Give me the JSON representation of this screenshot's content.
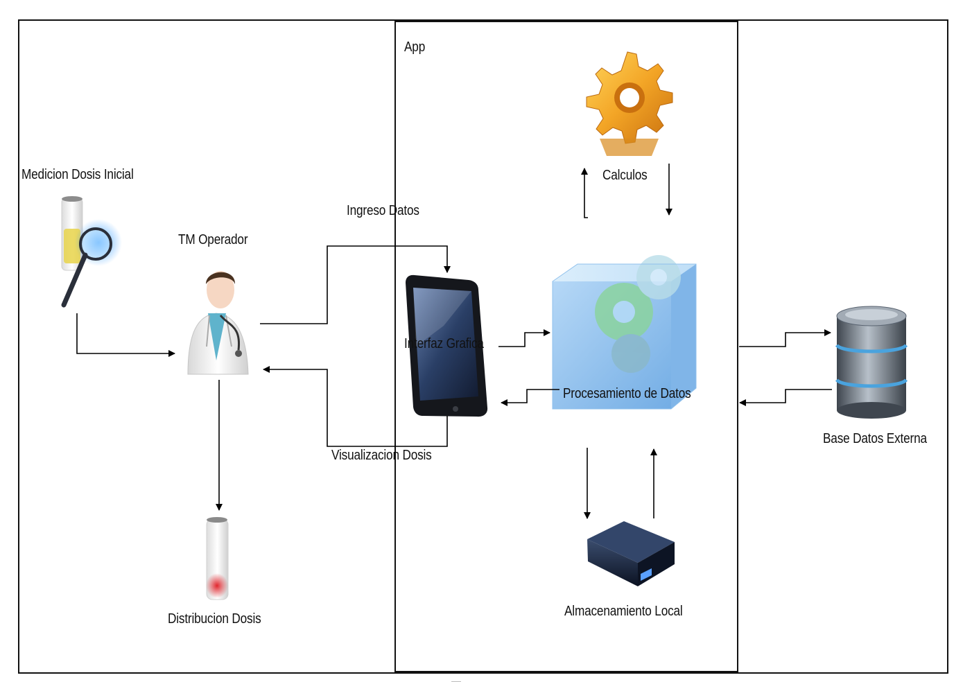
{
  "diagram": {
    "app_label": "App",
    "nodes": {
      "medicion": {
        "label": "Medicion Dosis Inicial",
        "icon": "magnifier-dosimeter-icon"
      },
      "operador": {
        "label": "TM Operador",
        "icon": "doctor-icon"
      },
      "distribucion": {
        "label": "Distribucion Dosis",
        "icon": "dosimeter-tube-icon"
      },
      "interfaz": {
        "label": "Interfaz Grafica",
        "icon": "tablet-icon"
      },
      "procesamiento": {
        "label": "Procesamiento de Datos",
        "icon": "gear-cube-icon"
      },
      "calculos": {
        "label": "Calculos",
        "icon": "gear-icon"
      },
      "almacenamiento": {
        "label": "Almacenamiento Local",
        "icon": "hard-drive-icon"
      },
      "base_datos": {
        "label": "Base Datos Externa",
        "icon": "database-icon"
      }
    },
    "edges": {
      "ingreso": "Ingreso Datos",
      "visualizacion": "Visualizacion Dosis"
    },
    "colors": {
      "gear_orange": "#f3a526",
      "cube_blue": "#7fb6e8",
      "tablet_dark": "#1a1c22",
      "db_gray": "#6e7a86",
      "db_ring": "#4aa3de",
      "tube_red": "#e0262d"
    }
  }
}
